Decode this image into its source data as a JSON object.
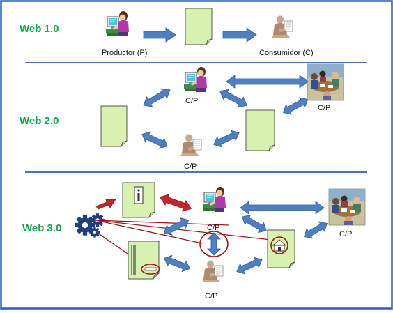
{
  "sections": {
    "web1": {
      "label": "Web 1.0",
      "producer_caption": "Productor (P)",
      "consumer_caption": "Consumidor (C)"
    },
    "web2": {
      "label": "Web 2.0",
      "cp_caption": "C/P"
    },
    "web3": {
      "label": "Web 3.0",
      "cp_caption": "C/P"
    }
  },
  "colors": {
    "frame": "#2f5fa8",
    "divider": "#4a74b4",
    "label_green": "#1aa34a",
    "arrow_blue": "#4f7fbf",
    "arrow_red": "#c0272d",
    "document_fill": "#d8f0b0",
    "annotation_red": "#a01818"
  },
  "icons": {
    "producer": "person-at-computer-icon",
    "consumer": "person-reading-icon",
    "group": "meeting-group-icon",
    "document": "document-icon",
    "info": "info-icon",
    "home": "home-icon",
    "gears": "gears-icon",
    "barcode": "barcode-icon"
  }
}
